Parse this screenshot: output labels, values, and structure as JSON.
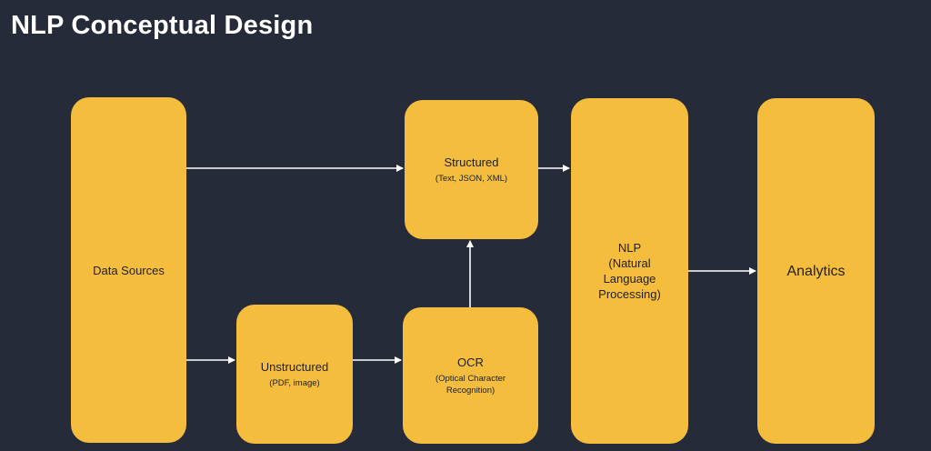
{
  "title": "NLP Conceptual Design",
  "colors": {
    "background": "#252b38",
    "box": "#f4bd3e",
    "arrow": "#ffffff",
    "title": "#ffffff"
  },
  "boxes": {
    "data_sources": {
      "label": "Data Sources"
    },
    "structured": {
      "label": "Structured",
      "sub": "(Text, JSON, XML)"
    },
    "unstructured": {
      "label": "Unstructured",
      "sub": "(PDF, image)"
    },
    "ocr": {
      "label": "OCR",
      "sub": "(Optical Character\nRecognition)"
    },
    "nlp": {
      "label": "NLP\n(Natural\nLanguage\nProcessing)"
    },
    "analytics": {
      "label": "Analytics"
    }
  },
  "edges": [
    {
      "from": "Data Sources",
      "to": "Structured"
    },
    {
      "from": "Data Sources",
      "to": "Unstructured"
    },
    {
      "from": "Unstructured",
      "to": "OCR"
    },
    {
      "from": "OCR",
      "to": "Structured"
    },
    {
      "from": "Structured",
      "to": "NLP"
    },
    {
      "from": "NLP",
      "to": "Analytics"
    }
  ]
}
